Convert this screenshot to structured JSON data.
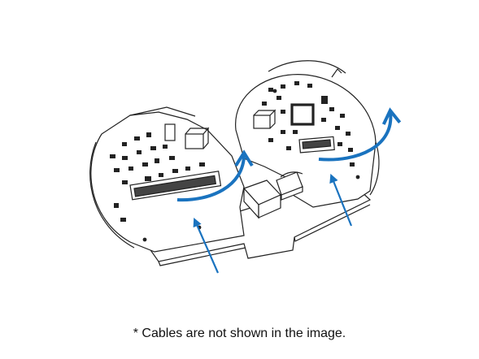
{
  "caption": "* Cables are not shown in the image.",
  "colors": {
    "arrow": "#1a73bf",
    "lineart": "#222222",
    "background": "#ffffff"
  },
  "illustration": {
    "parts": [
      "left-circuit-board",
      "right-circuit-board",
      "bridge-connector",
      "connector-block"
    ],
    "arrows": [
      {
        "name": "left-curved-arrow"
      },
      {
        "name": "right-curved-arrow"
      },
      {
        "name": "left-insert-arrow"
      },
      {
        "name": "right-insert-arrow"
      }
    ]
  }
}
